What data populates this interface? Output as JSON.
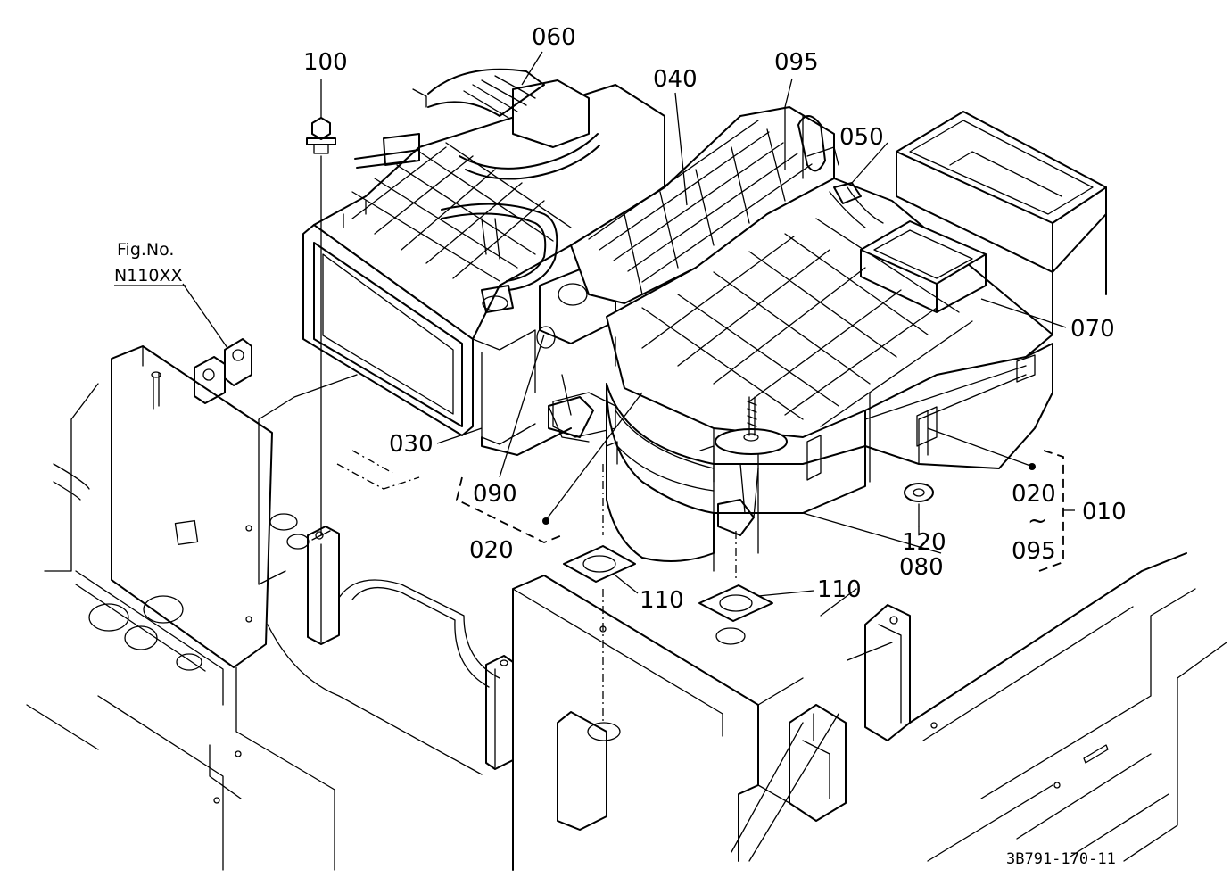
{
  "callouts": {
    "p060": "060",
    "p100": "100",
    "p040": "040",
    "p095_top": "095",
    "p050": "050",
    "p070": "070",
    "p030": "030",
    "p090": "090",
    "p020_left": "020",
    "p020_right": "020",
    "tilde": "~",
    "p095_right": "095",
    "p010": "010",
    "p120": "120",
    "p080": "080",
    "p110_left": "110",
    "p110_right": "110"
  },
  "reference": {
    "fig_label": "Fig.No.",
    "fig_number": "N110XX"
  },
  "drawing_code": "3B791-170-11"
}
